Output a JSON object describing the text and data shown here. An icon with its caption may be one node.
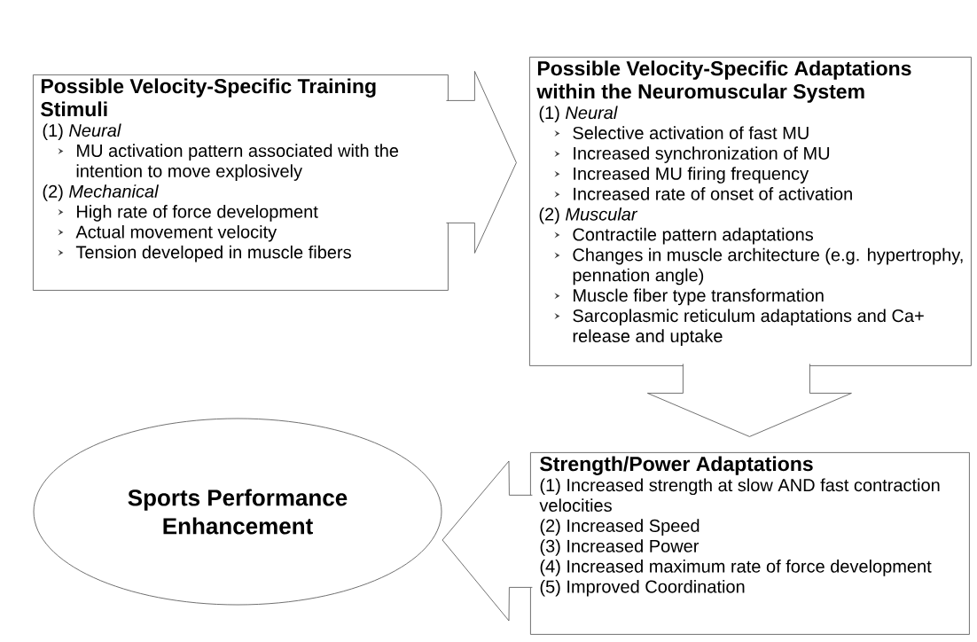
{
  "diagram": {
    "nodes": [
      {
        "text": [
          "Possible Velocity-Specific Training Stimuli",
          "(1) *Neural*",
          "MU activation pattern associated with the intention to move explosively",
          "(2) *Mechanical*",
          "High rate of force development",
          "Actual movement velocity",
          "Tension developed in muscle fibers"
        ]
      },
      {
        "text": [
          "Possible Velocity-Specific Adaptations within the Neuromuscular System",
          "(1) *Neural*",
          "Selective activation of fast MU",
          "Increased synchronization of MU",
          "Increased MU firing frequency",
          "Increased rate of onset of activation",
          "(2) *Muscular*",
          "Contractile pattern adaptations",
          "Changes in muscle architecture (e.g. hypertrophy, pennation angle)",
          "Muscle fiber type transformation",
          "Sarcoplasmic reticulum adaptations and Ca+ release and uptake"
        ]
      },
      {
        "text": [
          "Strength/Power Adaptations",
          "(1) Increased strength at slow AND fast contraction velocities",
          "(2) Increased Speed",
          "(3) Increased Power",
          "(4) Increased maximum rate of force development",
          "(5) Improved Coordination"
        ]
      },
      {
        "text": [
          "Sports Performance Enhancement"
        ]
      }
    ],
    "edges": [
      {
        "from": 0,
        "to": 1,
        "arrow": "to"
      },
      {
        "from": 1,
        "to": 2,
        "arrow": "to"
      },
      {
        "from": 2,
        "to": 3,
        "arrow": "to"
      }
    ]
  }
}
